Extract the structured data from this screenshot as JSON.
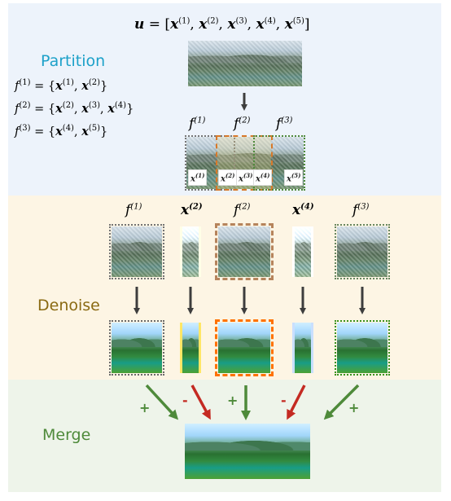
{
  "equation": {
    "lhs": "u",
    "eq": " = [",
    "terms": [
      "x",
      "x",
      "x",
      "x",
      "x"
    ],
    "sups": [
      "(1)",
      "(2)",
      "(3)",
      "(4)",
      "(5)"
    ],
    "sep": ", ",
    "close": "]"
  },
  "partition": {
    "label": "Partition",
    "defs": [
      {
        "f": "f",
        "fsup": "(1)",
        "eq": " = {",
        "xs": [
          "x",
          "x"
        ],
        "xsups": [
          "(1)",
          "(2)"
        ],
        "close": "}"
      },
      {
        "f": "f",
        "fsup": "(2)",
        "eq": " = {",
        "xs": [
          "x",
          "x",
          "x"
        ],
        "xsups": [
          "(2)",
          "(3)",
          "(4)"
        ],
        "close": "}"
      },
      {
        "f": "f",
        "fsup": "(3)",
        "eq": " = {",
        "xs": [
          "x",
          "x"
        ],
        "xsups": [
          "(4)",
          "(5)"
        ],
        "close": "}"
      }
    ],
    "groups": [
      {
        "sym": "f",
        "sup": "(1)"
      },
      {
        "sym": "f",
        "sup": "(2)"
      },
      {
        "sym": "f",
        "sup": "(3)"
      }
    ],
    "tags": [
      {
        "sym": "x",
        "sup": "(1)"
      },
      {
        "sym": "x",
        "sup": "(2)"
      },
      {
        "sym": "x",
        "sup": "(3)"
      },
      {
        "sym": "x",
        "sup": "(4)"
      },
      {
        "sym": "x",
        "sup": "(5)"
      }
    ]
  },
  "denoise": {
    "label": "Denoise",
    "columns": [
      {
        "sym": "f",
        "sup": "(1)",
        "bold": false
      },
      {
        "sym": "x",
        "sup": "(2)",
        "bold": true
      },
      {
        "sym": "f",
        "sup": "(2)",
        "bold": false
      },
      {
        "sym": "x",
        "sup": "(4)",
        "bold": true
      },
      {
        "sym": "f",
        "sup": "(3)",
        "bold": false
      }
    ]
  },
  "merge": {
    "label": "Merge",
    "signs": [
      "+",
      "-",
      "+",
      "-",
      "+"
    ]
  },
  "colors": {
    "partition_bg": "#edf3fb",
    "denoise_bg": "#fdf5e4",
    "merge_bg": "#eef4ea",
    "partition_label": "#1da1c9",
    "denoise_label": "#8a6a12",
    "merge_label": "#4e8a3a",
    "plus_arrow": "#4e8a3a",
    "minus_arrow": "#c42a22",
    "f2_frame": "#d7782a"
  }
}
